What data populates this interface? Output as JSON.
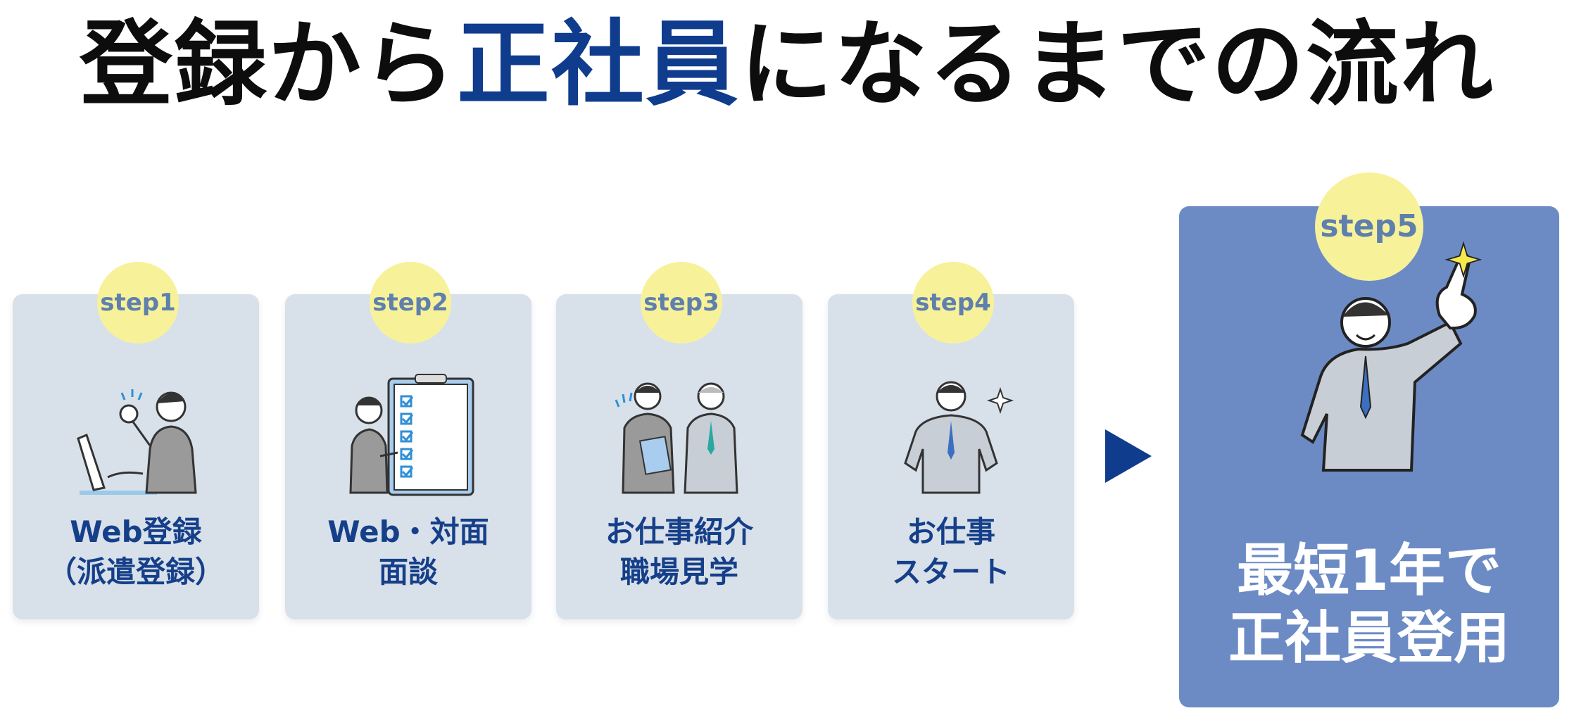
{
  "title": {
    "part1": "登録から",
    "accent": "正社員",
    "part2": "になるまでの流れ"
  },
  "steps": [
    {
      "badge": "step1",
      "line1": "Web登録",
      "line2": "（派遣登録）",
      "icon": "person-laptop-ok-icon"
    },
    {
      "badge": "step2",
      "line1": "Web・対面",
      "line2": "面談",
      "icon": "person-checklist-icon"
    },
    {
      "badge": "step3",
      "line1": "お仕事紹介",
      "line2": "職場見学",
      "icon": "two-people-workplace-icon"
    },
    {
      "badge": "step4",
      "line1": "お仕事",
      "line2": "スタート",
      "icon": "person-confident-icon"
    }
  ],
  "final_step": {
    "badge": "step5",
    "line1": "最短1年で",
    "line2": "正社員登用",
    "icon": "person-pointing-up-icon"
  },
  "colors": {
    "accent": "#0f3c8c",
    "card": "#d8e1e9",
    "badge": "#f7f29a",
    "final_card": "#6c8bc5",
    "step_text": "#163f8a"
  }
}
